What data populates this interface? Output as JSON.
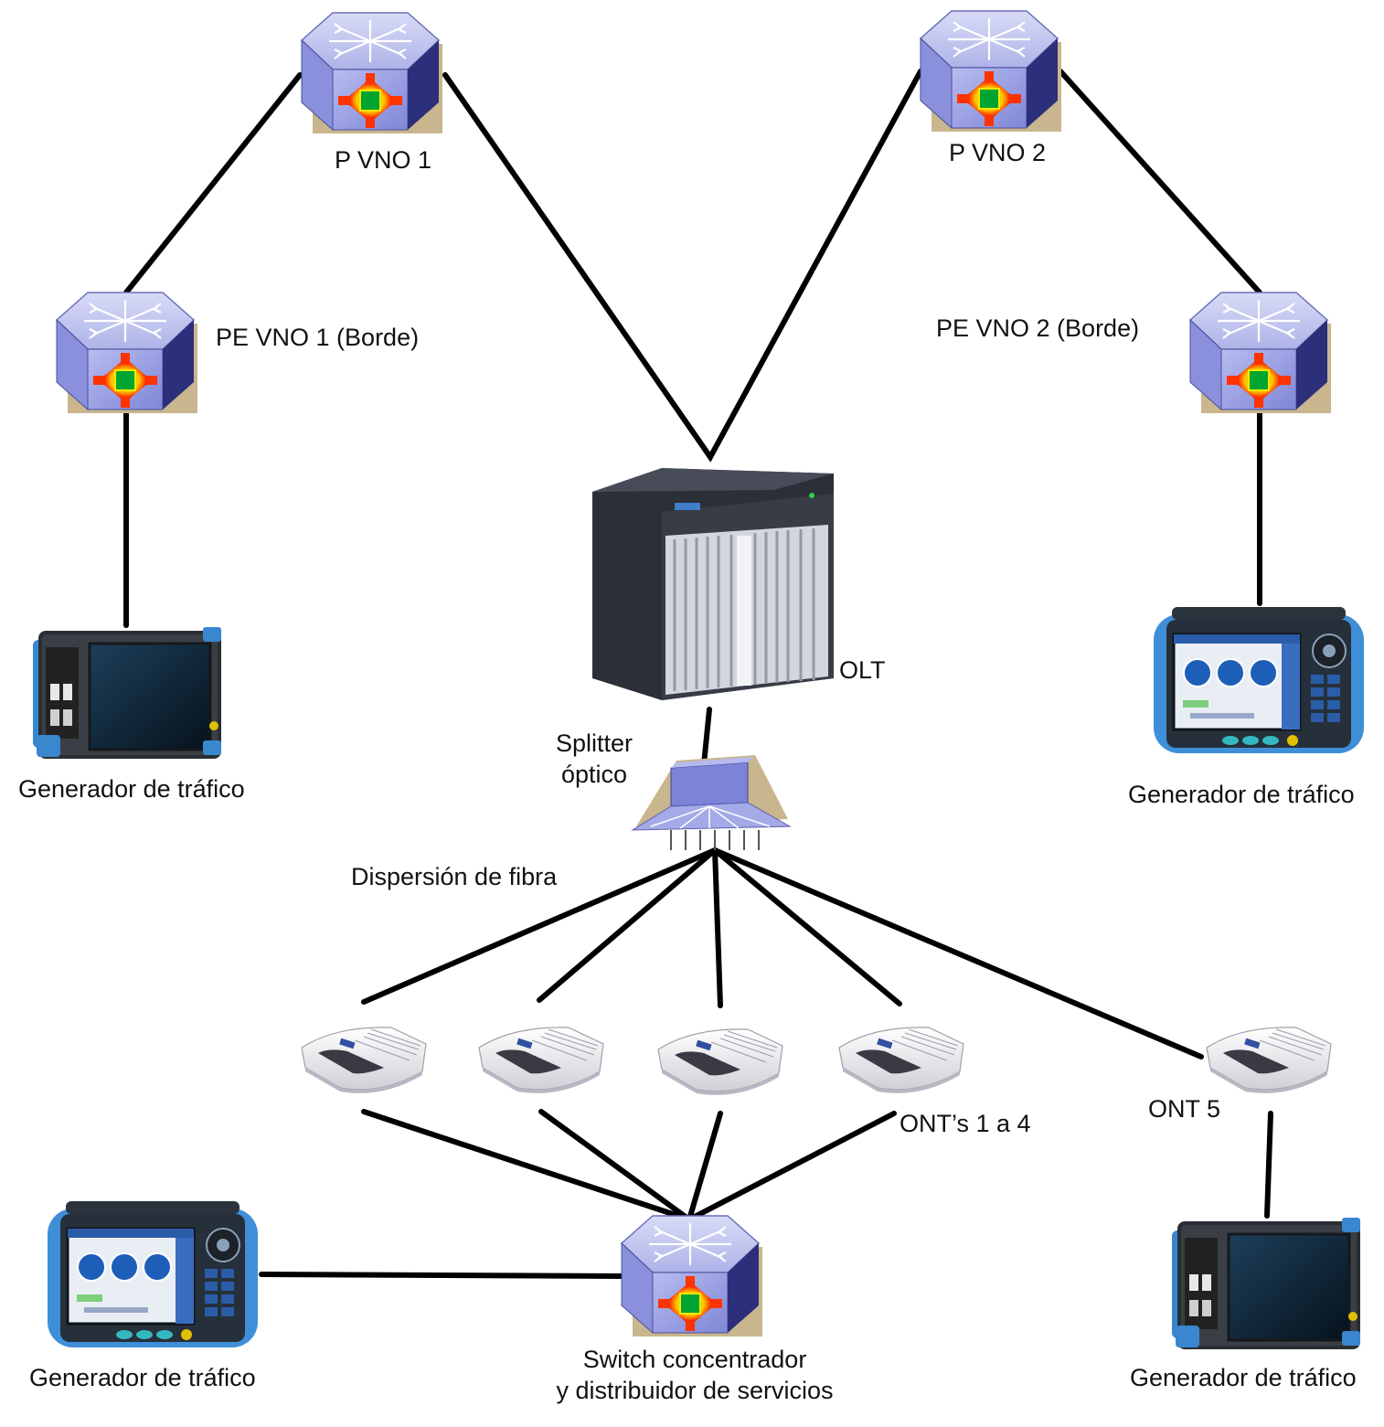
{
  "labels": {
    "p_vno1": "P VNO 1",
    "p_vno2": "P VNO 2",
    "pe_vno1": "PE VNO 1 (Borde)",
    "pe_vno2": "PE VNO 2 (Borde)",
    "olt": "OLT",
    "splitter_line1": "Splitter",
    "splitter_line2": "óptico",
    "dispersion": "Dispersión de fibra",
    "onts_1_4": "ONT’s 1 a 4",
    "ont5": "ONT 5",
    "switch_line1": "Switch concentrador",
    "switch_line2": "y distribuidor de servicios",
    "gen_top_left": "Generador de tráfico",
    "gen_top_right": "Generador de tráfico",
    "gen_bottom_left": "Generador de tráfico",
    "gen_bottom_right": "Generador de tráfico"
  },
  "icons": {
    "router": "router-icon",
    "olt": "olt-chassis-icon",
    "splitter": "optical-splitter-icon",
    "ont": "ont-modem-icon",
    "generator_tablet": "traffic-generator-tablet-icon",
    "generator_keypad": "traffic-generator-keypad-icon"
  },
  "colors": {
    "router_top": "#c9cdf0",
    "router_front": "#9aa0df",
    "router_side": "#2c2f7a",
    "link": "#000000",
    "generator_blue": "#3f8fd8"
  }
}
